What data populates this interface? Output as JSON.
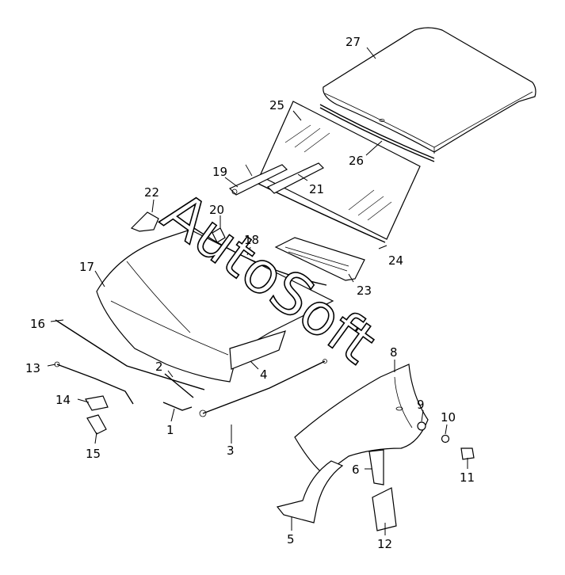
{
  "watermark": {
    "text": "AutoSoft"
  },
  "callouts": [
    {
      "id": "1",
      "label": "1"
    },
    {
      "id": "2",
      "label": "2"
    },
    {
      "id": "3",
      "label": "3"
    },
    {
      "id": "4",
      "label": "4"
    },
    {
      "id": "5",
      "label": "5"
    },
    {
      "id": "6",
      "label": "6"
    },
    {
      "id": "8",
      "label": "8"
    },
    {
      "id": "9",
      "label": "9"
    },
    {
      "id": "10",
      "label": "10"
    },
    {
      "id": "11",
      "label": "11"
    },
    {
      "id": "12",
      "label": "12"
    },
    {
      "id": "13",
      "label": "13"
    },
    {
      "id": "14",
      "label": "14"
    },
    {
      "id": "15",
      "label": "15"
    },
    {
      "id": "16",
      "label": "16"
    },
    {
      "id": "17",
      "label": "17"
    },
    {
      "id": "18",
      "label": "18"
    },
    {
      "id": "19",
      "label": "19"
    },
    {
      "id": "20",
      "label": "20"
    },
    {
      "id": "21",
      "label": "21"
    },
    {
      "id": "22",
      "label": "22"
    },
    {
      "id": "23",
      "label": "23"
    },
    {
      "id": "24",
      "label": "24"
    },
    {
      "id": "25",
      "label": "25"
    },
    {
      "id": "26",
      "label": "26"
    },
    {
      "id": "27",
      "label": "27"
    }
  ]
}
